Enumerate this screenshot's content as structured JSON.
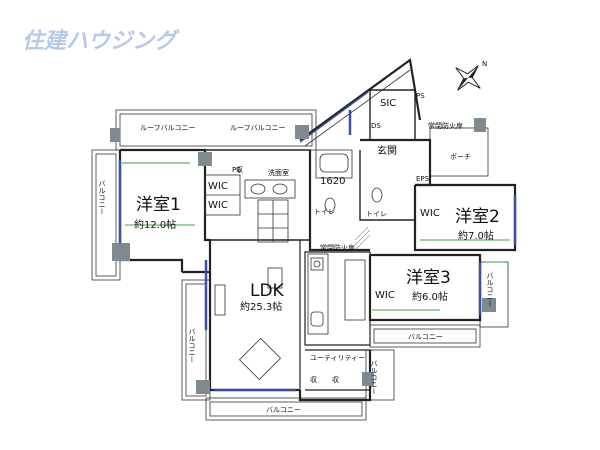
{
  "logo": {
    "text": "住建ハウジング",
    "color": "#b7c9ea"
  },
  "compass": {
    "letter": "N"
  },
  "rooms": {
    "western1": {
      "name": "洋室1",
      "area": "約12.0帖"
    },
    "western2": {
      "name": "洋室2",
      "area": "約7.0帖"
    },
    "western3": {
      "name": "洋室3",
      "area": "約6.0帖"
    },
    "ldk": {
      "name": "LDK",
      "area": "約25.3帖"
    }
  },
  "labels": {
    "sic": "SIC",
    "entrance": "玄関",
    "porch": "ポーチ",
    "eps": "EPS",
    "ps1": "PS",
    "ps2": "PS",
    "ds": "DS",
    "wic1": "WIC",
    "wic2": "WIC",
    "wic3": "WIC",
    "wic4": "WIC",
    "washroom": "洗面室",
    "bath": "1620",
    "toilet1": "トイレ",
    "toilet2": "トイレ",
    "fire_door1": "常閉防火扉",
    "fire_door2": "常閉防火扉",
    "utility": "ユーティリティー",
    "roof_balcony1": "ルーフバルコニー",
    "roof_balcony2": "ルーフバルコニー",
    "balcony_left": "バルコニー",
    "balcony_ldk_left": "バルコニー",
    "balcony_bottom": "バルコニー",
    "balcony_mid": "バルコニー",
    "balcony_right": "バルコニー",
    "balcony_right2": "バルコニー",
    "closet_a": "収",
    "closet_b": "収",
    "closet_c": "収"
  },
  "colors": {
    "glass": "#3a4fa0",
    "green_marks": "#3aa54a",
    "pillar": "#7f8a90"
  }
}
